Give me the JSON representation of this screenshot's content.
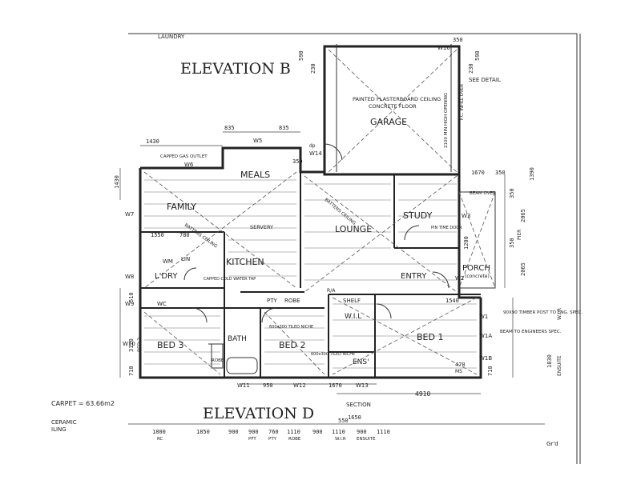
{
  "headings": {
    "elevation_b": "ELEVATION B",
    "elevation_d": "ELEVATION D"
  },
  "rooms": {
    "garage": "GARAGE",
    "meals": "MEALS",
    "family": "FAMILY",
    "lounge": "LOUNGE",
    "study": "STUDY",
    "kitchen": "KITCHEN",
    "ldry": "L'DRY",
    "entry": "ENTRY",
    "porch": "PORCH",
    "porch_sub": "(concrete)",
    "bed1": "BED 1",
    "bed2": "BED 2",
    "bed3": "BED 3",
    "bath": "BATH",
    "wil": "W.I.L",
    "ens": "ENS'",
    "robe": "ROBE",
    "pty": "PTY",
    "shelf": "SHELF",
    "servery": "SERVERY",
    "lin": "LIN",
    "wm": "WM",
    "wc": "WC",
    "robe2": "ROBE"
  },
  "notes": {
    "laundry_top": "LAUNDRY",
    "ceiling": "PAINTED PLASTERBOARD CEILING",
    "floor": "CONCRETE FLOOR",
    "see_detail": "SEE DETAIL",
    "capped_gas": "CAPPED GAS OUTLET",
    "beam_over": "BEAM OVER",
    "batten_ceiling_1": "BATTENS CEILING",
    "batten_ceiling_2": "BATTENS CEILING",
    "fc_infill": "F.C. INFILL OVER",
    "opening": "2100 MIN HIGH OPENING",
    "pin_door": "PIN TIME DOOR",
    "capped_water": "CAPPED COLD WATER TAP",
    "timber_post": "90X90 TIMBER POST TO ENG. SPEC.",
    "beam_eng": "BEAM TO ENGINEERS SPEC.",
    "section": "SECTION",
    "carpet": "CARPET = 63.66m2",
    "ceramic": "CERAMIC",
    "tiling": "ILING",
    "tiled_niche_1": "600x300 TILED NICHE",
    "tiled_niche_2": "600x300 TILED NICHE",
    "rwl": "R/A"
  },
  "dimensions": {
    "d1430_top": "1430",
    "d835_a": "835",
    "d835_b": "835",
    "d1430_side": "1430",
    "d590_a": "590",
    "d230_a": "230",
    "d590_b": "590",
    "d230_b": "230",
    "d1670": "1670",
    "d350_a": "350",
    "d1390": "1390",
    "d350_b": "350",
    "d2065_a": "2065",
    "d350_c": "350",
    "d2065_b": "2065",
    "d1200": "1200",
    "d1550": "1550",
    "d780": "780",
    "d3120": "3120",
    "d710_a": "710",
    "d710_b": "710",
    "d510": "510",
    "d1540": "1540",
    "d470": "470",
    "d4910": "4910",
    "d950": "950",
    "d1670b": "1670",
    "d1830": "1830",
    "d350_w": "350",
    "d550": "550",
    "d1650": "1650",
    "d350_top": "350",
    "bottom_row": [
      "1800",
      "1850",
      "900",
      "900",
      "760",
      "1110",
      "900",
      "1110",
      "900",
      "1110"
    ],
    "bottom_labels": [
      "RC",
      "PFT",
      "PTY",
      "ROBE",
      "W.I.R",
      "ENSUITE"
    ]
  },
  "windows": {
    "w5": "W5",
    "w6": "W6",
    "w7": "W7",
    "w8": "W8",
    "w9": "W9",
    "w10": "W10",
    "w11": "W11",
    "w12": "W12",
    "w13": "W13",
    "w14": "W14",
    "w16": "W16",
    "w2": "W2",
    "w3": "W3",
    "w1": "W1",
    "w1a": "W1A",
    "w1b": "W1B"
  },
  "misc": {
    "grd": "Gr'd",
    "bed2_side": "BED 2",
    "ensuite_side": "ENSUITE",
    "wir_side": "W.I.R",
    "pier": "PIER",
    "ms": "MS",
    "dp": "dp"
  }
}
